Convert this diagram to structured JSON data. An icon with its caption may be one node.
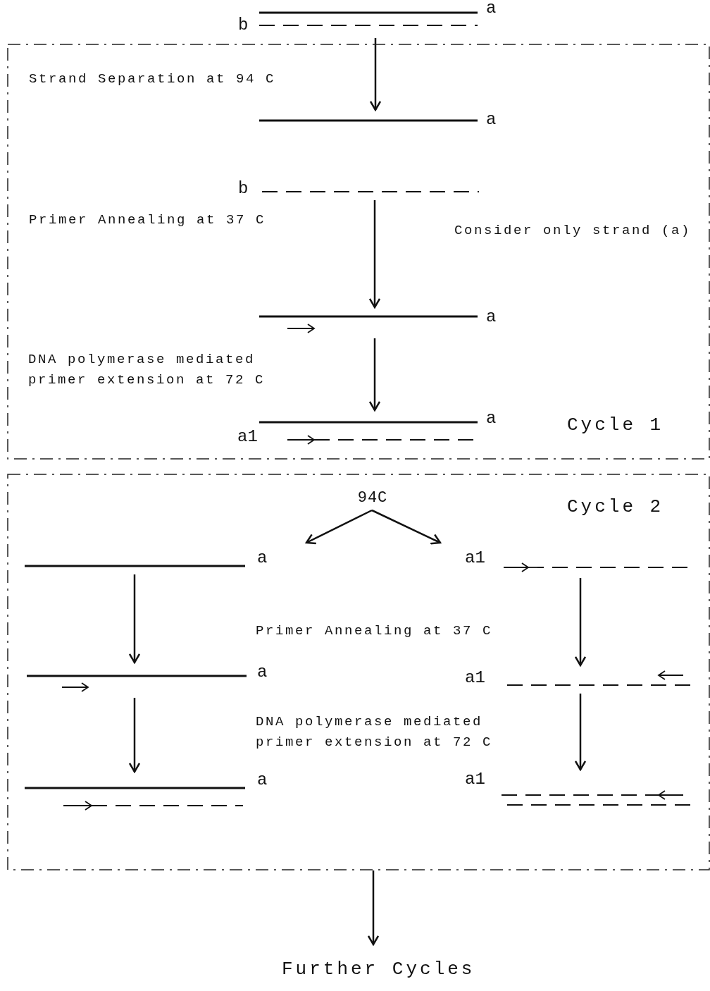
{
  "diagram": {
    "caption": "Further Cycles",
    "nodes": [
      {
        "text": [
          "Cycle 1"
        ]
      },
      {
        "text": [
          "Cycle 2"
        ]
      },
      {
        "text": [
          "a",
          "b"
        ]
      },
      {
        "text": [
          "a"
        ],
        "in": 0
      },
      {
        "text": [
          "b"
        ],
        "in": 0
      },
      {
        "text": [
          "a"
        ],
        "in": 0
      },
      {
        "text": [
          "a",
          "a1"
        ],
        "in": 0
      },
      {
        "text": [
          "94C"
        ],
        "in": 1
      },
      {
        "text": [
          "a"
        ],
        "in": 1
      },
      {
        "text": [
          "a1"
        ],
        "in": 1
      },
      {
        "text": [
          "a"
        ],
        "in": 1
      },
      {
        "text": [
          "a1"
        ],
        "in": 1
      },
      {
        "text": [
          "a"
        ],
        "in": 1
      },
      {
        "text": [
          "a1"
        ],
        "in": 1
      }
    ],
    "edges": [
      {
        "from": 2,
        "to": 3,
        "arrow": "to"
      },
      {
        "from": 4,
        "to": 5,
        "arrow": "to"
      },
      {
        "from": 5,
        "to": 6,
        "arrow": "to"
      },
      {
        "from": 7,
        "to": 8,
        "arrow": "to"
      },
      {
        "from": 7,
        "to": 9,
        "arrow": "to"
      },
      {
        "from": 8,
        "to": 10,
        "arrow": "to"
      },
      {
        "from": 10,
        "to": 12,
        "arrow": "to"
      },
      {
        "from": 9,
        "to": 11,
        "arrow": "to"
      },
      {
        "from": 11,
        "to": 13,
        "arrow": "to"
      },
      {
        "from": 1,
        "to": null,
        "arrow": "to"
      }
    ],
    "labels": [
      "Strand Separation at 94 C",
      "Primer Annealing at 37 C",
      "Consider only strand (a)",
      "DNA polymerase mediated primer extension at 72 C",
      "Primer Annealing at 37 C",
      "DNA polymerase mediated primer extension at 72 C"
    ]
  }
}
